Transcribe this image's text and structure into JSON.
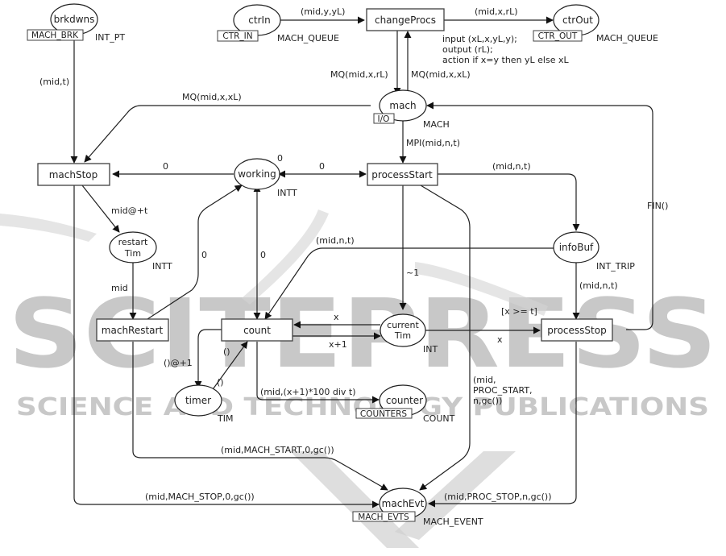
{
  "watermark": {
    "line1": "SCITEPRESS",
    "line2": "SCIENCE AND TECHNOLOGY PUBLICATIONS",
    "color": "#c8c8c8"
  },
  "places": {
    "brkdwns": {
      "name": "brkdwns",
      "colorset": "INT_PT",
      "fusion": "MACH_BRK"
    },
    "ctrIn": {
      "name": "ctrIn",
      "colorset": "MACH_QUEUE",
      "fusion": "CTR_IN"
    },
    "ctrOut": {
      "name": "ctrOut",
      "colorset": "MACH_QUEUE",
      "fusion": "CTR_OUT"
    },
    "mach": {
      "name": "mach",
      "colorset": "MACH",
      "fusion": "I/O"
    },
    "working": {
      "name": "working",
      "colorset": "INTT",
      "marking": "0"
    },
    "restartTim": {
      "name_line1": "restart",
      "name_line2": "Tim",
      "colorset": "INTT"
    },
    "infoBuf": {
      "name": "infoBuf",
      "colorset": "INT_TRIP"
    },
    "currentTim": {
      "name_line1": "current",
      "name_line2": "Tim",
      "colorset": "INT"
    },
    "timer": {
      "name": "timer",
      "colorset": "TIM"
    },
    "counter": {
      "name": "counter",
      "colorset": "COUNT",
      "fusion": "COUNTERS"
    },
    "machEvt": {
      "name": "machEvt",
      "colorset": "MACH_EVENT",
      "fusion": "MACH_EVTS"
    }
  },
  "transitions": {
    "changeProcs": {
      "name": "changeProcs",
      "code_lines": [
        "input (xL,x,yL,y);",
        "output (rL);",
        "action if x=y then yL else xL"
      ]
    },
    "machStop": {
      "name": "machStop"
    },
    "processStart": {
      "name": "processStart"
    },
    "machRestart": {
      "name": "machRestart"
    },
    "count": {
      "name": "count"
    },
    "processStop": {
      "name": "processStop",
      "guard": "[x >= t]"
    }
  },
  "arcs": {
    "ctrIn_changeProcs": "(mid,y,yL)",
    "changeProcs_ctrOut": "(mid,x,rL)",
    "changeProcs_mach": "MQ(mid,x,rL)",
    "mach_changeProcs": "MQ(mid,x,xL)",
    "brkdwns_machStop": "(mid,t)",
    "mach_machStop": "MQ(mid,x,xL)",
    "mach_processStart": "MPI(mid,n,t)",
    "working_machStop": "0",
    "working_processStart": "0",
    "machStop_restartTim": "mid@+t",
    "restartTim_machRestart": "mid",
    "machRestart_working": "0",
    "working_count": "0",
    "processStart_infoBuf": "(mid,n,t)",
    "infoBuf_count": "(mid,n,t)",
    "processStart_currentTim": "~1",
    "infoBuf_processStop": "(mid,n,t)",
    "processStop_mach": "FIN()",
    "currentTim_count": "x",
    "count_currentTim": "x+1",
    "currentTim_processStop": "x",
    "count_timer": "()@+1",
    "timer_count_a": "()",
    "timer_count_b": "()",
    "count_counter": "(mid,(x+1)*100 div t)",
    "processStart_machEvt": [
      "(mid,",
      "PROC_START,",
      "n,gc())"
    ],
    "machRestart_machEvt": "(mid,MACH_START,0,gc())",
    "machStop_machEvt": "(mid,MACH_STOP,0,gc())",
    "processStop_machEvt": "(mid,PROC_STOP,n,gc())"
  }
}
